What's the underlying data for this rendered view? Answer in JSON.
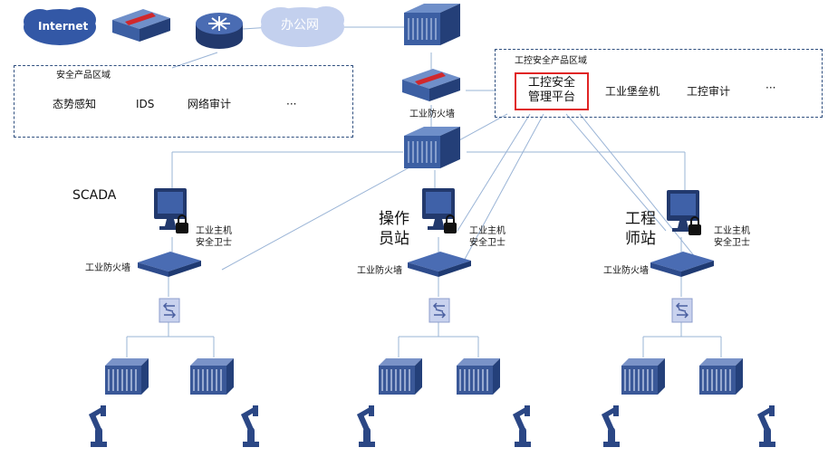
{
  "cloud_internet": "Internet",
  "cloud_office": "办公网",
  "security_zone": {
    "title": "安全产品区域",
    "items": [
      "态势感知",
      "IDS",
      "网络审计",
      "···"
    ]
  },
  "ics_zone": {
    "title": "工控安全产品区域",
    "platform_line1": "工控安全",
    "platform_line2": "管理平台",
    "items": [
      "工业堡垒机",
      "工控审计",
      "···"
    ]
  },
  "center_firewall_label": "工业防火墙",
  "stations": [
    {
      "name_line1": "SCADA",
      "name_line2": "",
      "guard_line1": "工业主机",
      "guard_line2": "安全卫士",
      "firewall": "工业防火墙"
    },
    {
      "name_line1": "操作",
      "name_line2": "员站",
      "guard_line1": "工业主机",
      "guard_line2": "安全卫士",
      "firewall": "工业防火墙"
    },
    {
      "name_line1": "工程",
      "name_line2": "师站",
      "guard_line1": "工业主机",
      "guard_line2": "安全卫士",
      "firewall": "工业防火墙"
    }
  ],
  "colors": {
    "zone_border": "#2f4f7f",
    "device_blue": "#3f5f9f",
    "device_dark": "#223a6e",
    "highlight": "#e02424",
    "firewall_red": "#d0282c",
    "link": "#9ab4d6"
  }
}
